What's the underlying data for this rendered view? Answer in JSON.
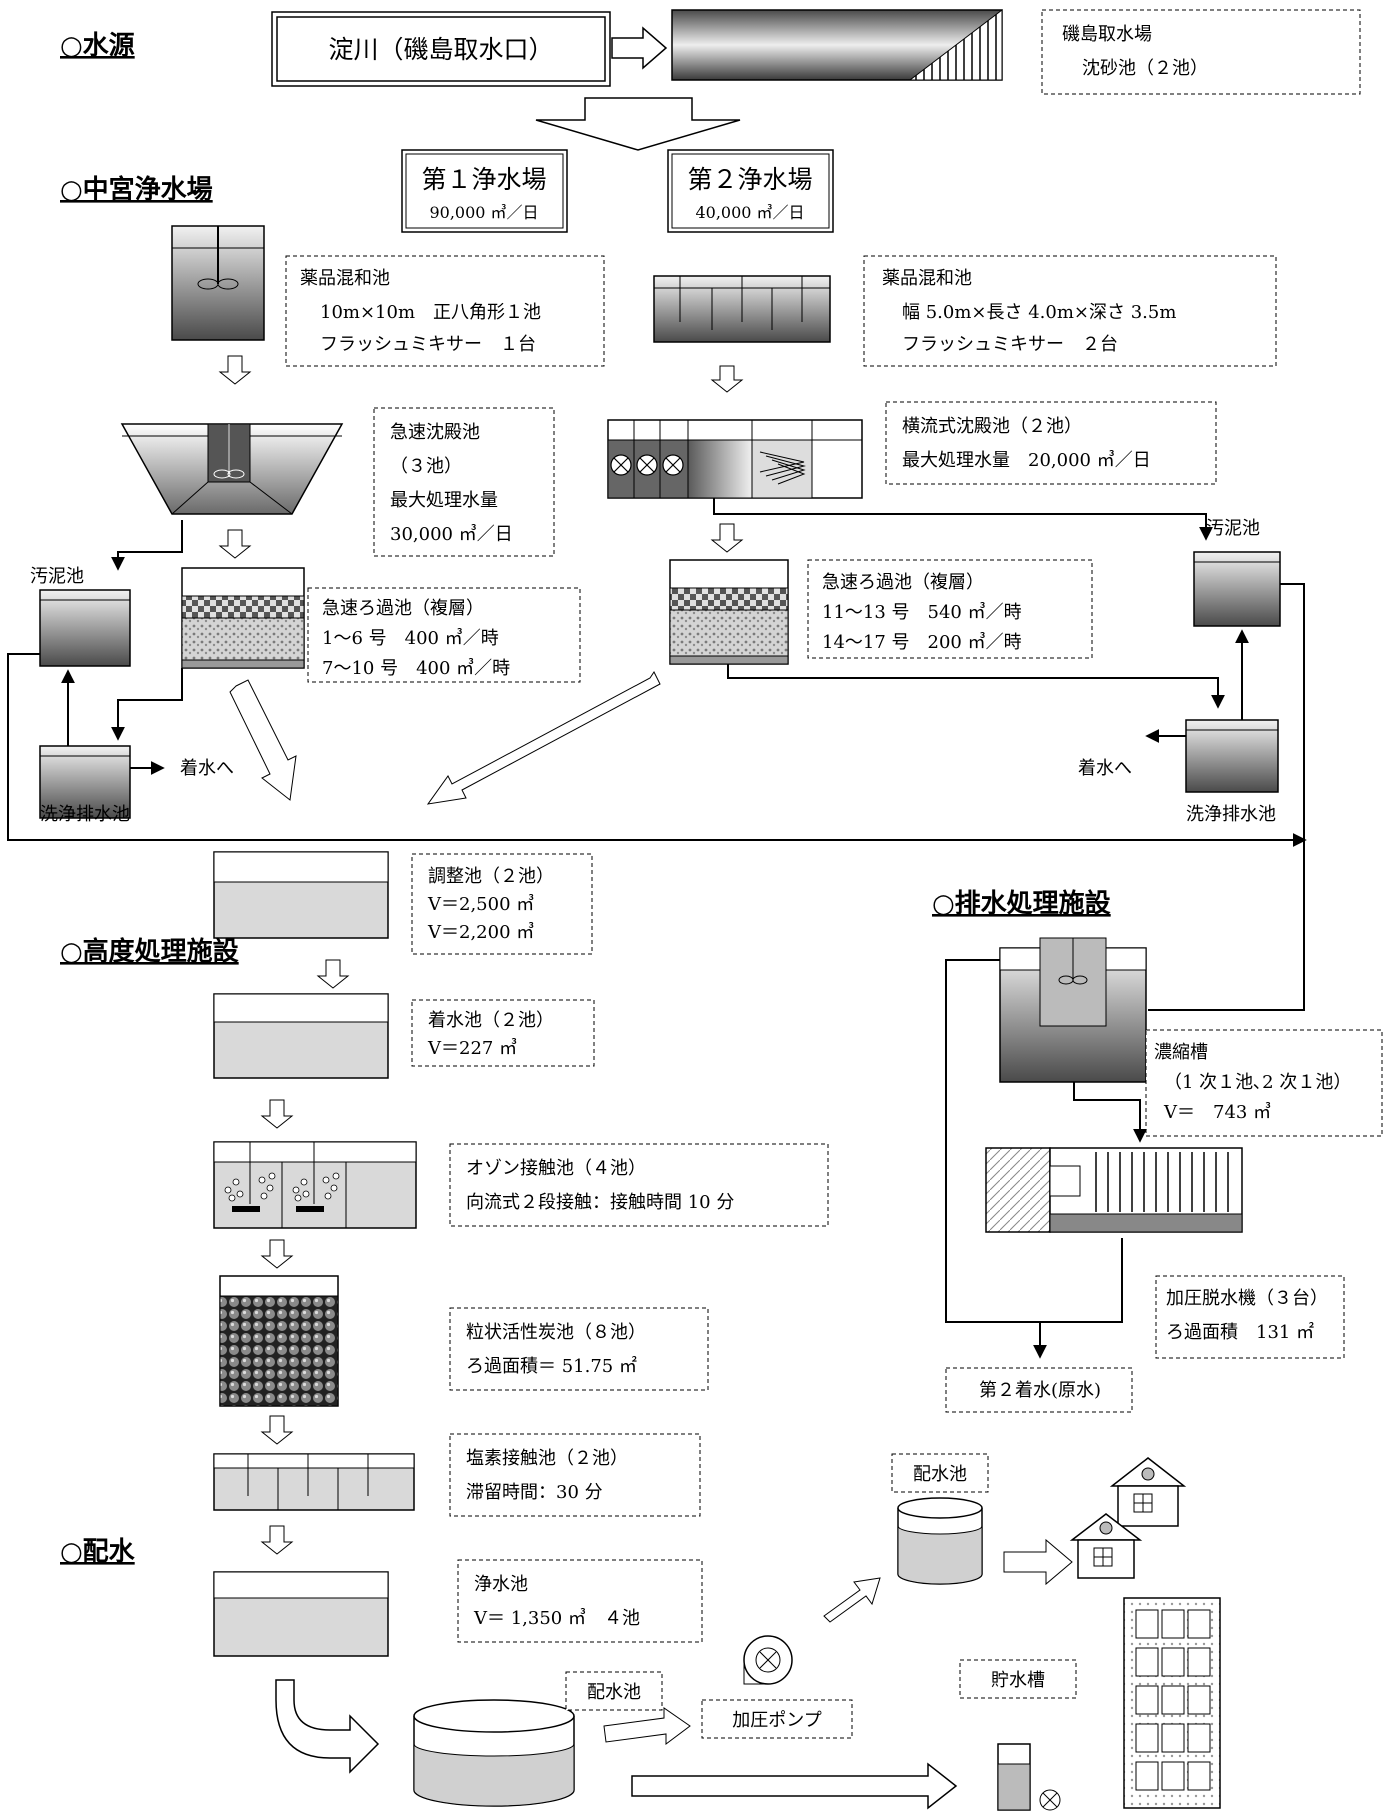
{
  "sections": {
    "source": "○水源",
    "nakamiya": "○中宮浄水場",
    "advanced": "○高度処理施設",
    "drainage": "○排水処理施設",
    "distribution": "○配水"
  },
  "source": {
    "river": "淀川（磯島取水口）",
    "intake_line1": "磯島取水場",
    "intake_line2": "沈砂池（２池）"
  },
  "plant1": {
    "title": "第１浄水場",
    "capacity": "90,000 ㎥／日"
  },
  "plant2": {
    "title": "第２浄水場",
    "capacity": "40,000 ㎥／日"
  },
  "p1_mixing": {
    "l1": "薬品混和池",
    "l2": "10m×10m　正八角形１池",
    "l3": "フラッシュミキサー　１台"
  },
  "p2_mixing": {
    "l1": "薬品混和池",
    "l2": "幅 5.0m×長さ 4.0m×深さ 3.5m",
    "l3": "フラッシュミキサー　２台"
  },
  "p1_sed": {
    "l1": "急速沈殿池",
    "l2": "（３池）",
    "l3": "最大処理水量",
    "l4": "30,000 ㎥／日"
  },
  "p2_sed": {
    "l1": "横流式沈殿池（２池）",
    "l2": "最大処理水量　20,000 ㎥／日"
  },
  "p1_filter": {
    "l1": "急速ろ過池（複層）",
    "l2": "1～6 号　400 ㎥／時",
    "l3": "7～10 号　400 ㎥／時"
  },
  "p2_filter": {
    "l1": "急速ろ過池（複層）",
    "l2": "11～13 号　540 ㎥／時",
    "l3": "14～17 号　200 ㎥／時"
  },
  "labels": {
    "sludge": "汚泥池",
    "wash": "洗浄排水池",
    "to_receiving": "着水へ",
    "second_receiving": "第２着水(原水)",
    "dist_reservoir": "配水池",
    "booster_pump": "加圧ポンプ",
    "storage_tank": "貯水槽"
  },
  "adjust": {
    "l1": "調整池（２池）",
    "l2": "V＝2,500 ㎥",
    "l3": "V＝2,200 ㎥"
  },
  "receiving": {
    "l1": "着水池（２池）",
    "l2": "V＝227 ㎥"
  },
  "ozone": {
    "l1": "オゾン接触池（４池）",
    "l2": "向流式２段接触：接触時間 10 分"
  },
  "gac": {
    "l1": "粒状活性炭池（８池）",
    "l2": "ろ過面積＝ 51.75 ㎡"
  },
  "chlorine": {
    "l1": "塩素接触池（２池）",
    "l2": "滞留時間：30 分"
  },
  "clear": {
    "l1": "浄水池",
    "l2": "V＝ 1,350 ㎥　４池"
  },
  "thickener": {
    "l1": "濃縮槽",
    "l2": "（1 次１池､2 次１池）",
    "l3": "V＝　743 ㎥"
  },
  "dewater": {
    "l1": "加圧脱水機（３台）",
    "l2": "ろ過面積　131 ㎡"
  },
  "colors": {
    "tank_dark": "#555555",
    "tank_light": "#e8e8e8",
    "water": "#d9d9d9"
  }
}
